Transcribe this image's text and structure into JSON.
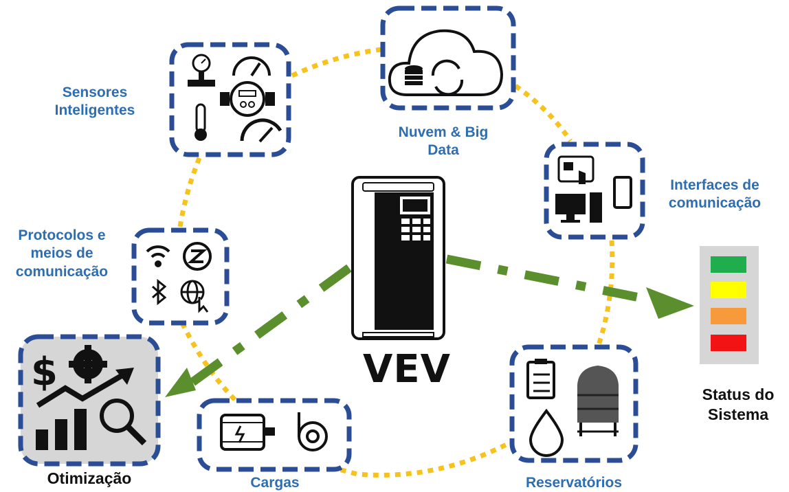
{
  "center": {
    "label": "VEV"
  },
  "nodes": {
    "sensors": {
      "label_line1": "Sensores",
      "label_line2": "Inteligentes"
    },
    "cloud": {
      "label_line1": "Nuvem & Big",
      "label_line2": "Data"
    },
    "interfaces": {
      "label_line1": "Interfaces de",
      "label_line2": "comunicação"
    },
    "protocols": {
      "label_line1": "Protocolos e",
      "label_line2": "meios de",
      "label_line3": "comunicação"
    },
    "optimization": {
      "label": "Otimização"
    },
    "loads": {
      "label": "Cargas"
    },
    "reservoirs": {
      "label": "Reservatórios"
    },
    "status": {
      "label_line1": "Status do",
      "label_line2": "Sistema"
    }
  },
  "status_levels": [
    {
      "color": "#1FAD4E"
    },
    {
      "color": "#FFFF00"
    },
    {
      "color": "#F79A3C"
    },
    {
      "color": "#F21414"
    }
  ],
  "colors": {
    "ring": "#F7C21C",
    "box_border": "#2B4D96",
    "arrow": "#5B8F2E",
    "label_blue": "#2E6DB0"
  }
}
